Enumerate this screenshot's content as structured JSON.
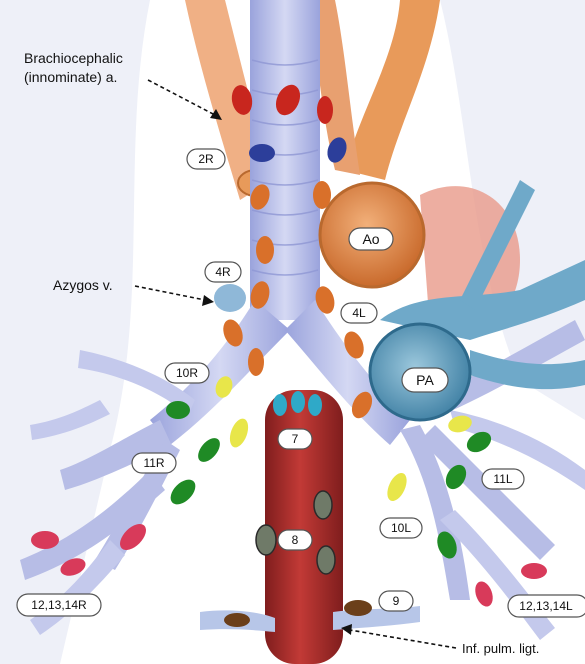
{
  "labels": {
    "brachiocephalic_line1": "Brachiocephalic",
    "brachiocephalic_line2": "(innominate) a.",
    "azygos": "Azygos v.",
    "inf_pulm": "Inf. pulm. ligt."
  },
  "stations": {
    "s2R": "2R",
    "s4R": "4R",
    "s4L": "4L",
    "s10R": "10R",
    "s10L": "10L",
    "s11R": "11R",
    "s11L": "11L",
    "s12R": "12,13,14R",
    "s12L": "12,13,14L",
    "s7": "7",
    "s8": "8",
    "s9": "9"
  },
  "vessels": {
    "ao": "Ao",
    "pa": "PA"
  },
  "colors": {
    "background": "#ffffff",
    "airway": "#b7bde6",
    "airway_edge": "#8f97d4",
    "aorta": "#e89a5a",
    "aorta_dark": "#c96a2c",
    "esophagus": "#b8302e",
    "esophagus_dark": "#7f1d1d",
    "pulmonary_artery": "#6fa9c9",
    "node_red": "#c8261e",
    "node_blue": "#2c3e9a",
    "node_orange": "#d9702a",
    "node_yellow": "#e8e64a",
    "node_green": "#1f8a25",
    "node_cyan": "#2fa9c8",
    "node_gray": "#6f7a68",
    "node_brown": "#6b3f1a",
    "node_pink": "#d83a5a"
  }
}
